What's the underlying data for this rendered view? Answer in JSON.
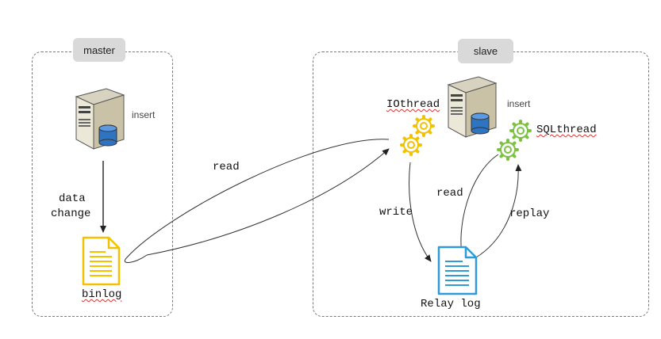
{
  "master": {
    "tag": "master",
    "server_label": "insert",
    "edge_label_line1": "data",
    "edge_label_line2": "change",
    "file_label": "binlog"
  },
  "slave": {
    "tag": "slave",
    "server_label": "insert",
    "io_thread_label": "IOthread",
    "sql_thread_label": "SQLthread",
    "write_label": "write",
    "read_label": "read",
    "replay_label": "replay",
    "file_label": "Relay log"
  },
  "cross_read_label": "read",
  "colors": {
    "binlog_file": "#f2c200",
    "relay_file": "#2e9bd6",
    "io_gear": "#f2c200",
    "sql_gear": "#7cc242",
    "group_tag_bg": "#d9d9d9"
  }
}
